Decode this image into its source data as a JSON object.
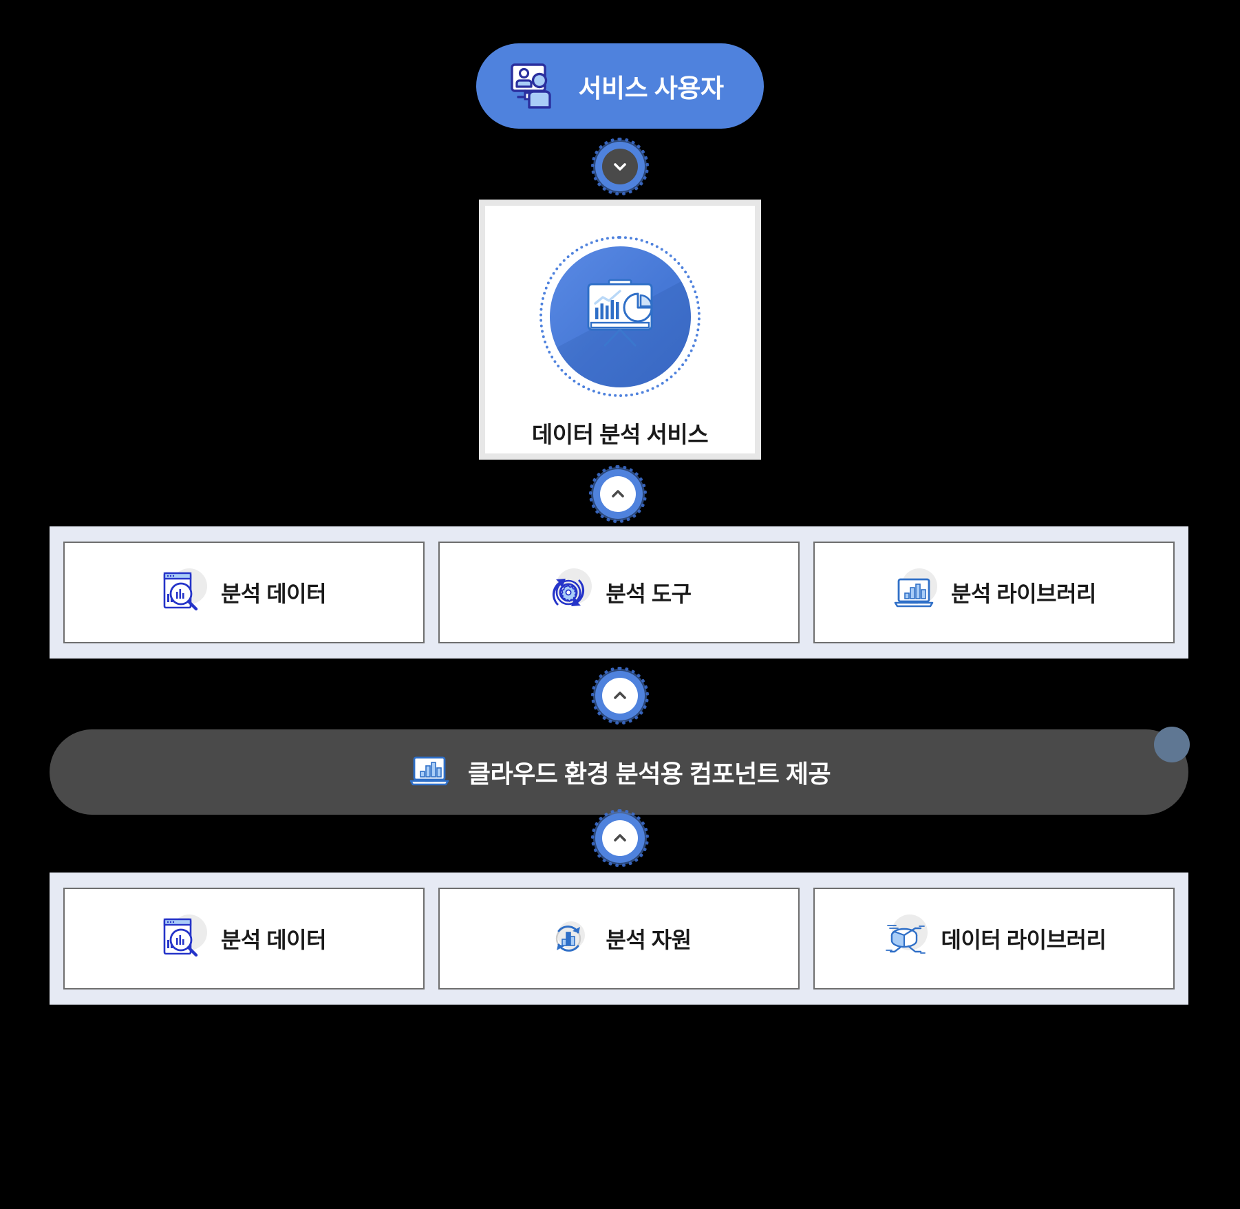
{
  "diagram": {
    "actor": {
      "label": "서비스 사용자",
      "icon": "presentation-users-icon",
      "background_color": "#4f82dd",
      "text_color": "#ffffff"
    },
    "connectors": [
      {
        "icon": "chevron-down-icon",
        "direction": "down",
        "style": "dark-core",
        "ring_color": "#4f82dd"
      },
      {
        "icon": "chevron-up-icon",
        "direction": "up",
        "style": "light-core",
        "ring_color": "#4f82dd"
      },
      {
        "icon": "chevron-up-icon",
        "direction": "up",
        "style": "light-core",
        "ring_color": "#4f82dd"
      },
      {
        "icon": "chevron-up-icon",
        "direction": "up",
        "style": "light-core",
        "ring_color": "#4f82dd"
      }
    ],
    "service": {
      "title": "데이터 분석 서비스",
      "icon": "presentation-chart-board-icon",
      "badge_color": "#4f82dd"
    },
    "service_layer": {
      "background_color": "#e6eaf4",
      "tiles": [
        {
          "label": "분석 데이터",
          "icon": "data-magnifier-icon"
        },
        {
          "label": "분석 도구",
          "icon": "gear-cycle-icon"
        },
        {
          "label": "분석 라이브러리",
          "icon": "laptop-bar-chart-icon"
        }
      ]
    },
    "cloud_bar": {
      "label": "클라우드 환경 분석용 컴포넌트 제공",
      "icon": "laptop-bar-chart-icon",
      "background_color": "#4a4a4a",
      "text_color": "#ffffff"
    },
    "resource_layer": {
      "background_color": "#e6eaf4",
      "tiles": [
        {
          "label": "분석 데이터",
          "icon": "data-magnifier-icon"
        },
        {
          "label": "분석 자원",
          "icon": "refresh-bar-chart-icon"
        },
        {
          "label": "데이터 라이브러리",
          "icon": "pie-3d-icon"
        }
      ]
    }
  }
}
